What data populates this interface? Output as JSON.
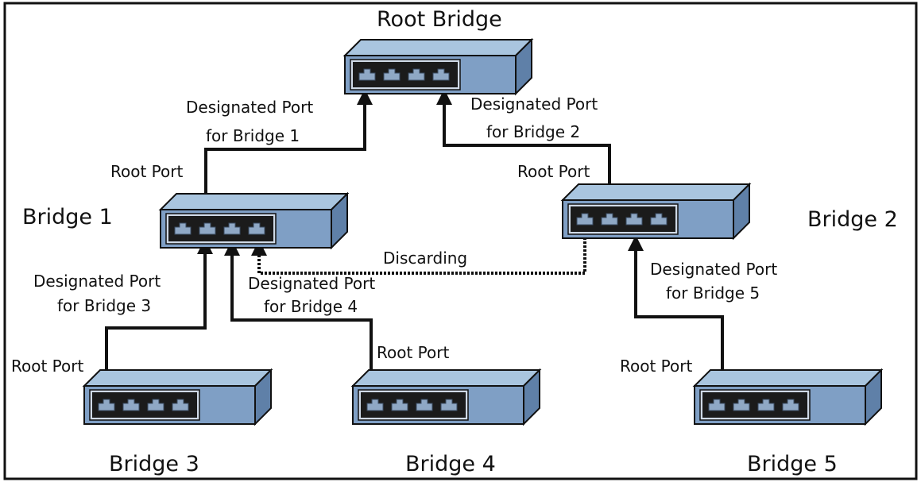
{
  "colors": {
    "switch_top": "#a9c5df",
    "switch_front": "#7f9fc5",
    "switch_side": "#5f80a8",
    "port_panel": "#1b1b1b",
    "port_frame": "#cfd9e6",
    "port_jack": "#8fa8c5",
    "line": "#111111",
    "background": "#ffffff"
  },
  "bridges": {
    "root": "Root Bridge",
    "b1": "Bridge 1",
    "b2": "Bridge 2",
    "b3": "Bridge 3",
    "b4": "Bridge 4",
    "b5": "Bridge 5"
  },
  "labels": {
    "dp_b1_line1": "Designated Port",
    "dp_b1_line2": "for Bridge 1",
    "dp_b2_line1": "Designated Port",
    "dp_b2_line2": "for Bridge 2",
    "rp_b1": "Root Port",
    "rp_b2": "Root Port",
    "discarding": "Discarding",
    "dp_b3_line1": "Designated Port",
    "dp_b3_line2": "for Bridge 3",
    "dp_b4_line1": "Designated Port",
    "dp_b4_line2": "for Bridge 4",
    "dp_b5_line1": "Designated Port",
    "dp_b5_line2": "for Bridge 5",
    "rp_b3": "Root Port",
    "rp_b4": "Root Port",
    "rp_b5": "Root Port"
  }
}
